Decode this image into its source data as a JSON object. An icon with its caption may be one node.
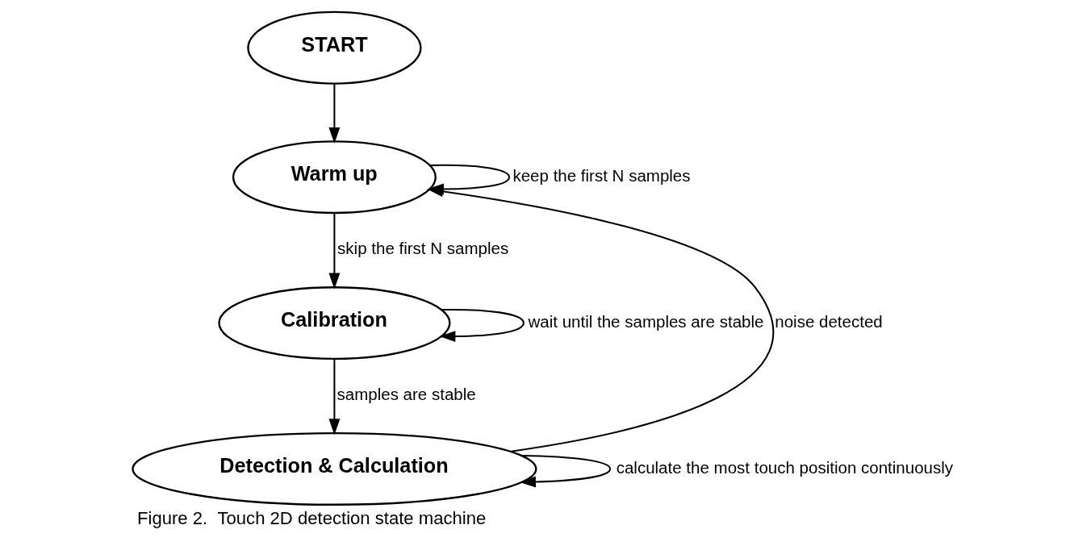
{
  "diagram": {
    "caption": "Figure 2.  Touch 2D detection state machine",
    "nodes": [
      {
        "text": [
          "START"
        ]
      },
      {
        "text": [
          "Warm up"
        ]
      },
      {
        "text": [
          "Calibration"
        ]
      },
      {
        "text": [
          "Detection & Calculation"
        ]
      }
    ],
    "edges": [
      {
        "from": 0,
        "to": 1,
        "arrow": "to"
      },
      {
        "from": 1,
        "to": 1,
        "arrow": "to",
        "label": "keep the first N samples"
      },
      {
        "from": 1,
        "to": 2,
        "arrow": "to",
        "label": "skip the first N samples"
      },
      {
        "from": 2,
        "to": 2,
        "arrow": "to",
        "label": "wait until the samples are stable"
      },
      {
        "from": 2,
        "to": 3,
        "arrow": "to",
        "label": "samples are stable"
      },
      {
        "from": 3,
        "to": 3,
        "arrow": "to",
        "label": "calculate the most touch position continuously"
      },
      {
        "from": 3,
        "to": 1,
        "arrow": "to",
        "label": "noise detected"
      }
    ]
  }
}
